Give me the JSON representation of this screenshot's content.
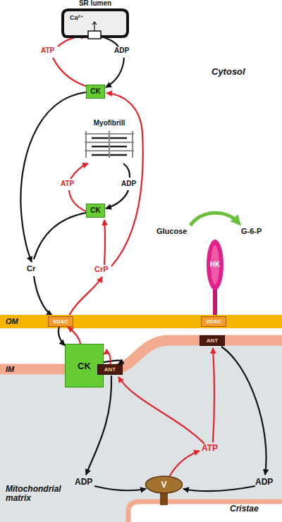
{
  "diagram": {
    "nodes": [
      {
        "text": [
          "SR lumen",
          "Ca²⁺"
        ]
      },
      {
        "text": [
          "CK"
        ]
      },
      {
        "text": [
          "Myofibrill"
        ]
      },
      {
        "text": [
          "CK"
        ]
      },
      {
        "text": [
          "HK"
        ]
      },
      {
        "text": [
          "OM"
        ]
      },
      {
        "text": [
          "VDAC"
        ],
        "in": 5
      },
      {
        "text": [
          "VDAC"
        ],
        "in": 5
      },
      {
        "text": [
          "CK"
        ]
      },
      {
        "text": [
          "ANT"
        ]
      },
      {
        "text": [
          "ANT"
        ]
      },
      {
        "text": [
          "V"
        ]
      }
    ],
    "edges": [
      {
        "from": 6,
        "to": 8,
        "arrow": "to"
      },
      {
        "from": 8,
        "to": 6,
        "arrow": "to"
      },
      {
        "from": 8,
        "to": 9,
        "arrow": "to"
      },
      {
        "from": 9,
        "to": 8,
        "arrow": "to"
      }
    ],
    "labels": [
      "ATP",
      "ADP",
      "Cytosol",
      "ATP",
      "ADP",
      "Cr",
      "CrP",
      "Glucose",
      "G-6-P",
      "IM",
      "ATP",
      "ADP",
      "ADP",
      "Mitochondrial matrix",
      "Cristae"
    ]
  }
}
